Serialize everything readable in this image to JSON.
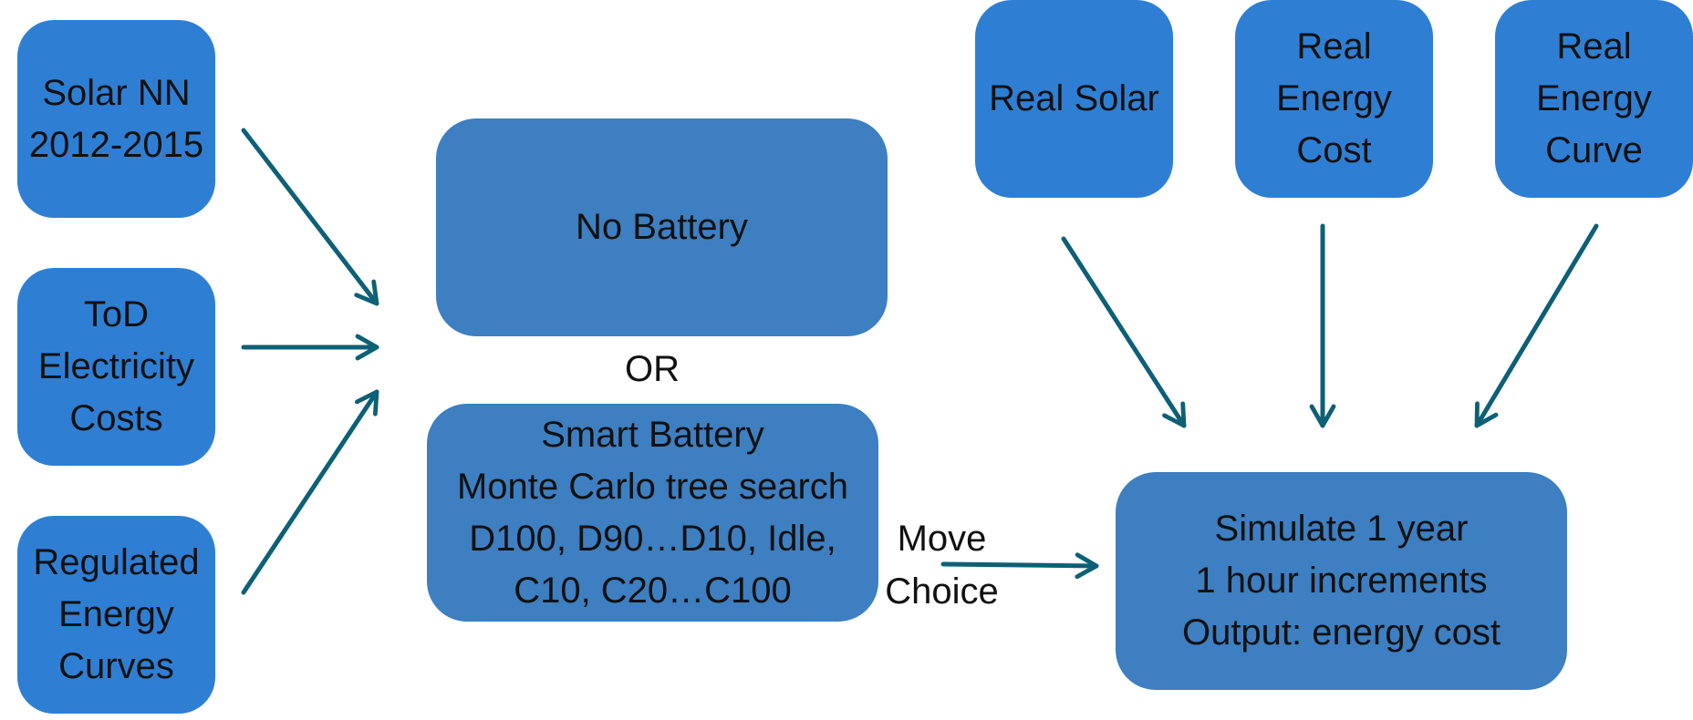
{
  "colors": {
    "input_box": "#2e7fd4",
    "process_box": "#3d7fc1",
    "arrow": "#0d6076",
    "text": "#111111"
  },
  "left_inputs": [
    {
      "lines": [
        "Solar NN",
        "2012-2015"
      ]
    },
    {
      "lines": [
        "ToD",
        "Electricity",
        "Costs"
      ]
    },
    {
      "lines": [
        "Regulated",
        "Energy",
        "Curves"
      ]
    }
  ],
  "options": {
    "no_battery": {
      "lines": [
        "No Battery"
      ]
    },
    "or_label": "OR",
    "smart_battery": {
      "lines": [
        "Smart Battery",
        "Monte Carlo tree search",
        "D100, D90…D10, Idle,",
        "C10, C20…C100"
      ]
    }
  },
  "move_choice": {
    "lines": [
      "Move",
      "Choice"
    ]
  },
  "top_inputs": [
    {
      "lines": [
        "Real Solar"
      ]
    },
    {
      "lines": [
        "Real",
        "Energy",
        "Cost"
      ]
    },
    {
      "lines": [
        "Real",
        "Energy",
        "Curve"
      ]
    }
  ],
  "simulation": {
    "lines": [
      "Simulate 1 year",
      "1 hour increments",
      "Output: energy cost"
    ]
  }
}
